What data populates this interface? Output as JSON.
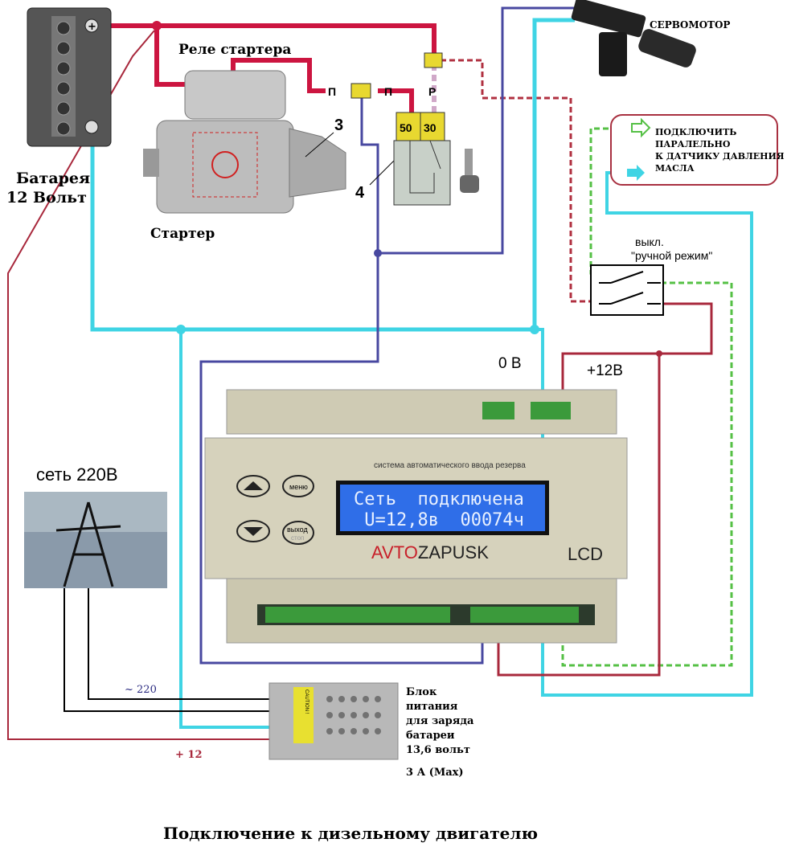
{
  "battery": {
    "label_line1": "Батарея",
    "label_line2": "12 Вольт",
    "plus": "+",
    "minus": "−"
  },
  "starter": {
    "relay_label": "Реле стартера",
    "label": "Стартер",
    "callout_3": "3",
    "callout_4": "4"
  },
  "ignition": {
    "terminal_50": "50",
    "terminal_30": "30",
    "wire_p1": "П",
    "wire_p2": "П",
    "wire_r": "Р"
  },
  "servo": {
    "label": "СЕРВОМОТОР"
  },
  "note": {
    "line1": "ПОДКЛЮЧИТЬ",
    "line2": "ПАРАЛЕЛЬНО",
    "line3": "К ДАТЧИКУ ДАВЛЕНИЯ",
    "line4": "МАСЛА"
  },
  "switch": {
    "line1": "выкл.",
    "line2": "\"ручной режим\""
  },
  "labels": {
    "zero_v": "0 В",
    "plus12": "+12В",
    "mains": "сеть 220В",
    "ac220": "~ 220",
    "dc12": "+ 12"
  },
  "device": {
    "subtitle": "система автоматического ввода резерва",
    "menu_button": "меню",
    "exit_button": "выход",
    "exit_sub": "стоп",
    "lcd_line1": "Сеть  подключена",
    "lcd_line2": " U=12,8в  00074ч",
    "brand_red": "AVTO",
    "brand_dark": "ZAPUSK",
    "model": "LCD"
  },
  "psu": {
    "line1": "Блок",
    "line2": "питания",
    "line3": "для заряда",
    "line4": "батареи",
    "line5": "13,6 вольт",
    "line6": "3 А (Max)",
    "caution": "CAUTION !"
  },
  "title": "Подключение к дизельному двигателю",
  "colors": {
    "red": "#cc1540",
    "darkred": "#a8283c",
    "cyan": "#3fd4e4",
    "navy": "#4848a0",
    "green": "#55c045",
    "lcd": "#2f6ee8"
  }
}
